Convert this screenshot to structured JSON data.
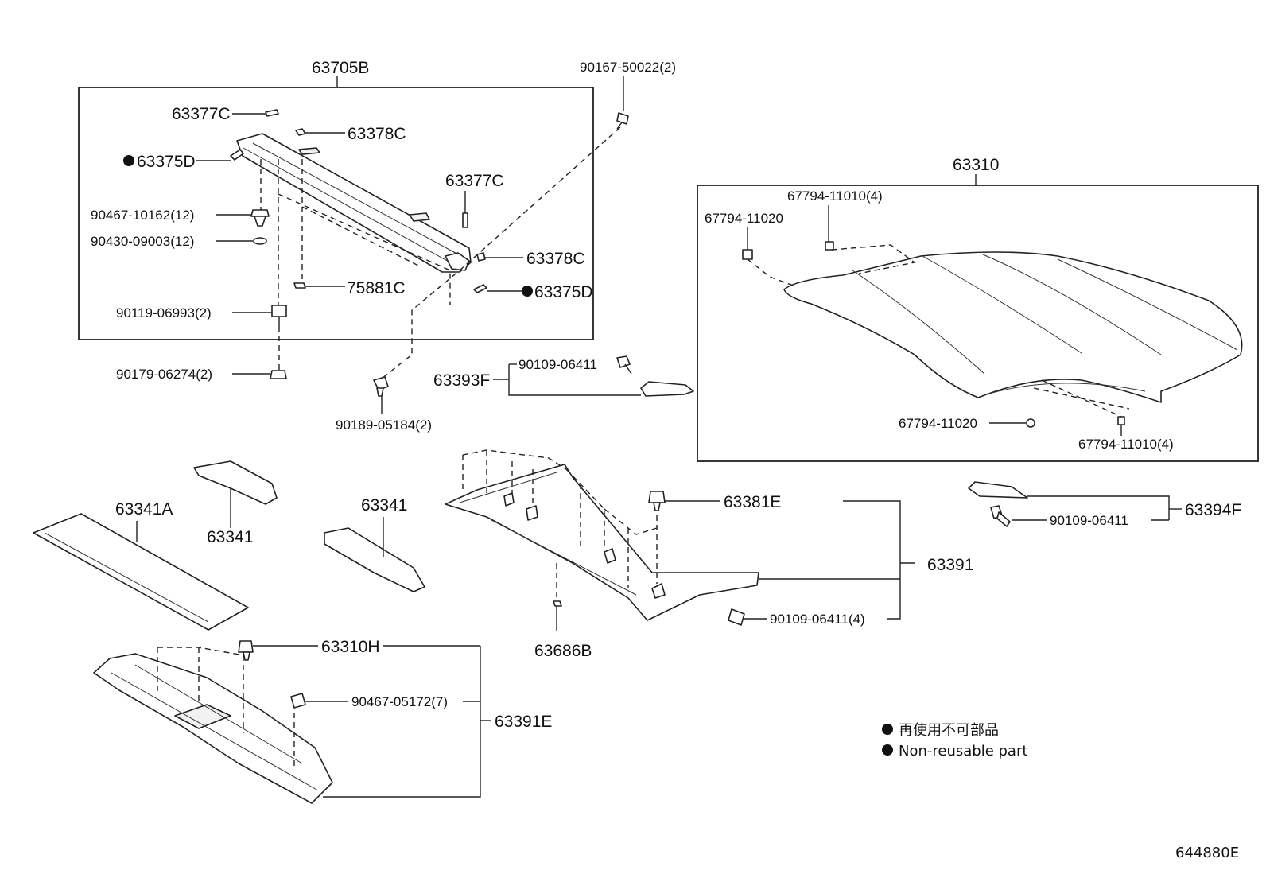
{
  "labels": {
    "a63705B": "63705B",
    "a63377C_1": "63377C",
    "a63378C_1": "63378C",
    "a63375D_1": "63375D",
    "a63377C_2": "63377C",
    "a90467_10162": "90467-10162(12)",
    "a90430_09003": "90430-09003(12)",
    "a63378C_2": "63378C",
    "a75881C": "75881C",
    "a63375D_2": "63375D",
    "a90119_06993": "90119-06993(2)",
    "a90179_06274": "90179-06274(2)",
    "a90167_50022": "90167-50022(2)",
    "a90189_05184": "90189-05184(2)",
    "a63310": "63310",
    "a67794_11010_top": "67794-11010(4)",
    "a67794_11020_top": "67794-11020",
    "a67794_11020_bot": "67794-11020",
    "a67794_11010_bot": "67794-11010(4)",
    "a63393F": "63393F",
    "a90109_06411_a": "90109-06411",
    "a63341A": "63341A",
    "a63341_1": "63341",
    "a63341_2": "63341",
    "a63381E": "63381E",
    "a63391": "63391",
    "a90109_06411_4": "90109-06411(4)",
    "a63686B": "63686B",
    "a63394F": "63394F",
    "a90109_06411_b": "90109-06411",
    "a63310H": "63310H",
    "a90467_05172": "90467-05172(7)",
    "a63391E": "63391E"
  },
  "legend": {
    "line_jp": "再使用不可部品",
    "line_en": "Non-reusable part"
  },
  "figure_id": "644880E"
}
